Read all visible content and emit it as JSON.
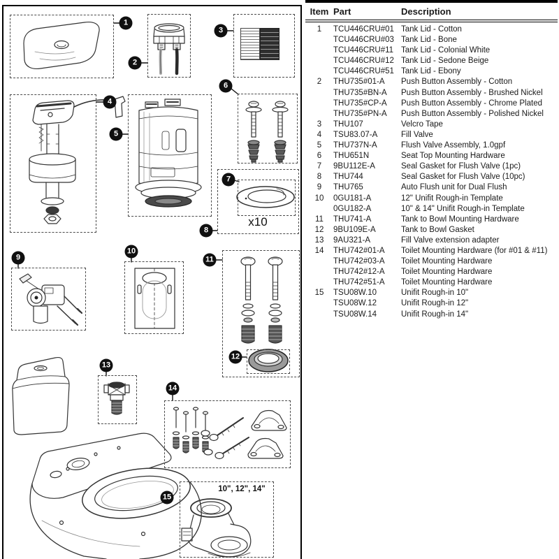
{
  "parts_table": {
    "headers": [
      "Item",
      "Part",
      "Description"
    ],
    "rows": [
      {
        "item": "1",
        "part": "TCU446CRU#01",
        "description": "Tank Lid - Cotton"
      },
      {
        "item": "",
        "part": "TCU446CRU#03",
        "description": "Tank Lid - Bone"
      },
      {
        "item": "",
        "part": "TCU446CRU#11",
        "description": "Tank Lid - Colonial White"
      },
      {
        "item": "",
        "part": "TCU446CRU#12",
        "description": "Tank Lid - Sedone Beige"
      },
      {
        "item": "",
        "part": "TCU446CRU#51",
        "description": "Tank Lid - Ebony"
      },
      {
        "item": "2",
        "part": "THU735#01-A",
        "description": "Push Button Assembly - Cotton"
      },
      {
        "item": "",
        "part": "THU735#BN-A",
        "description": "Push Button Assembly - Brushed Nickel"
      },
      {
        "item": "",
        "part": "THU735#CP-A",
        "description": "Push Button Assembly - Chrome Plated"
      },
      {
        "item": "",
        "part": "THU735#PN-A",
        "description": "Push Button Assembly - Polished Nickel"
      },
      {
        "item": "3",
        "part": "THU107",
        "description": "Velcro Tape"
      },
      {
        "item": "4",
        "part": "TSU83.07-A",
        "description": "Fill Valve"
      },
      {
        "item": "5",
        "part": "THU737N-A",
        "description": "Flush Valve Assembly, 1.0gpf"
      },
      {
        "item": "6",
        "part": "THU651N",
        "description": "Seat Top Mounting Hardware"
      },
      {
        "item": "7",
        "part": "9BU112E-A",
        "description": "Seal Gasket for Flush Valve (1pc)"
      },
      {
        "item": "8",
        "part": "THU744",
        "description": "Seal Gasket for Flush Valve (10pc)"
      },
      {
        "item": "9",
        "part": "THU765",
        "description": "Auto Flush unit for Dual Flush"
      },
      {
        "item": "10",
        "part": "0GU181-A",
        "description": "12\" Unifit Rough-in Template"
      },
      {
        "item": "",
        "part": "0GU182-A",
        "description": "10\" & 14\" Unifit Rough-in Template"
      },
      {
        "item": "11",
        "part": "THU741-A",
        "description": "Tank to Bowl Mounting Hardware"
      },
      {
        "item": "12",
        "part": "9BU109E-A",
        "description": "Tank to Bowl Gasket"
      },
      {
        "item": "13",
        "part": "9AU321-A",
        "description": "Fill Valve extension adapter"
      },
      {
        "item": "14",
        "part": "THU742#01-A",
        "description": "Toilet Mounting Hardware (for #01 & #11)"
      },
      {
        "item": "",
        "part": "THU742#03-A",
        "description": "Toilet Mounting Hardware"
      },
      {
        "item": "",
        "part": "THU742#12-A",
        "description": "Toilet Mounting Hardware"
      },
      {
        "item": "",
        "part": "THU742#51-A",
        "description": "Toilet Mounting Hardware"
      },
      {
        "item": "15",
        "part": "TSU08W.10",
        "description": "Unifit Rough-in 10\""
      },
      {
        "item": "",
        "part": "TSU08W.12",
        "description": "Unifit Rough-in 12\""
      },
      {
        "item": "",
        "part": "TSU08W.14",
        "description": "Unifit Rough-in 14\""
      }
    ]
  },
  "diagram": {
    "callouts": [
      "1",
      "2",
      "3",
      "4",
      "5",
      "6",
      "7",
      "8",
      "9",
      "10",
      "11",
      "12",
      "13",
      "14",
      "15"
    ],
    "labels": {
      "x10": "x10",
      "unifit_sizes": "10\", 12\", 14\""
    }
  }
}
